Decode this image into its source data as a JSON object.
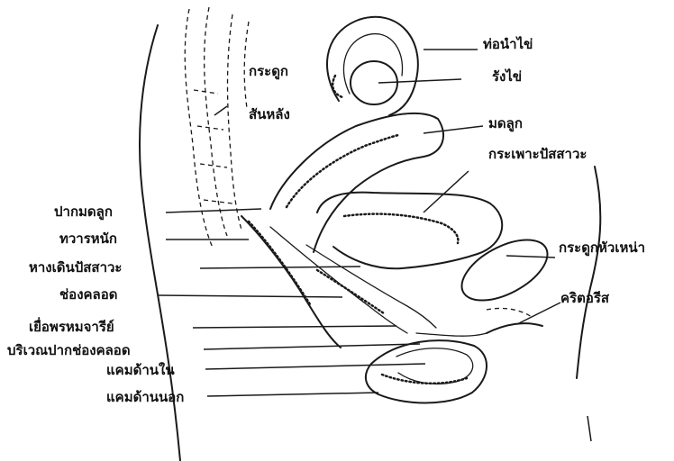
{
  "labels": {
    "fallopian_tube": "ท่อนำไข่",
    "ovary": "รังไข่",
    "spine": "กระดูก",
    "spine_2": "สันหลัง",
    "uterus": "มดลูก",
    "bladder": "กระเพาะปัสสาวะ",
    "cervix": "ปากมดลูก",
    "rectum": "ทวารหนัก",
    "urethra": "หางเดินปัสสาวะ",
    "vagina": "ช่องคลอด",
    "hymen": "เยื่อพรหมจารีย์",
    "vaginal_opening": "บริเวณปากช่องคลอด",
    "labia_minora": "แคมด้านใน",
    "labia_majora": "แคมด้านนอก",
    "pubic_bone": "กระดูกหัวเหน่า",
    "clitoris": "คริตอรีส"
  }
}
